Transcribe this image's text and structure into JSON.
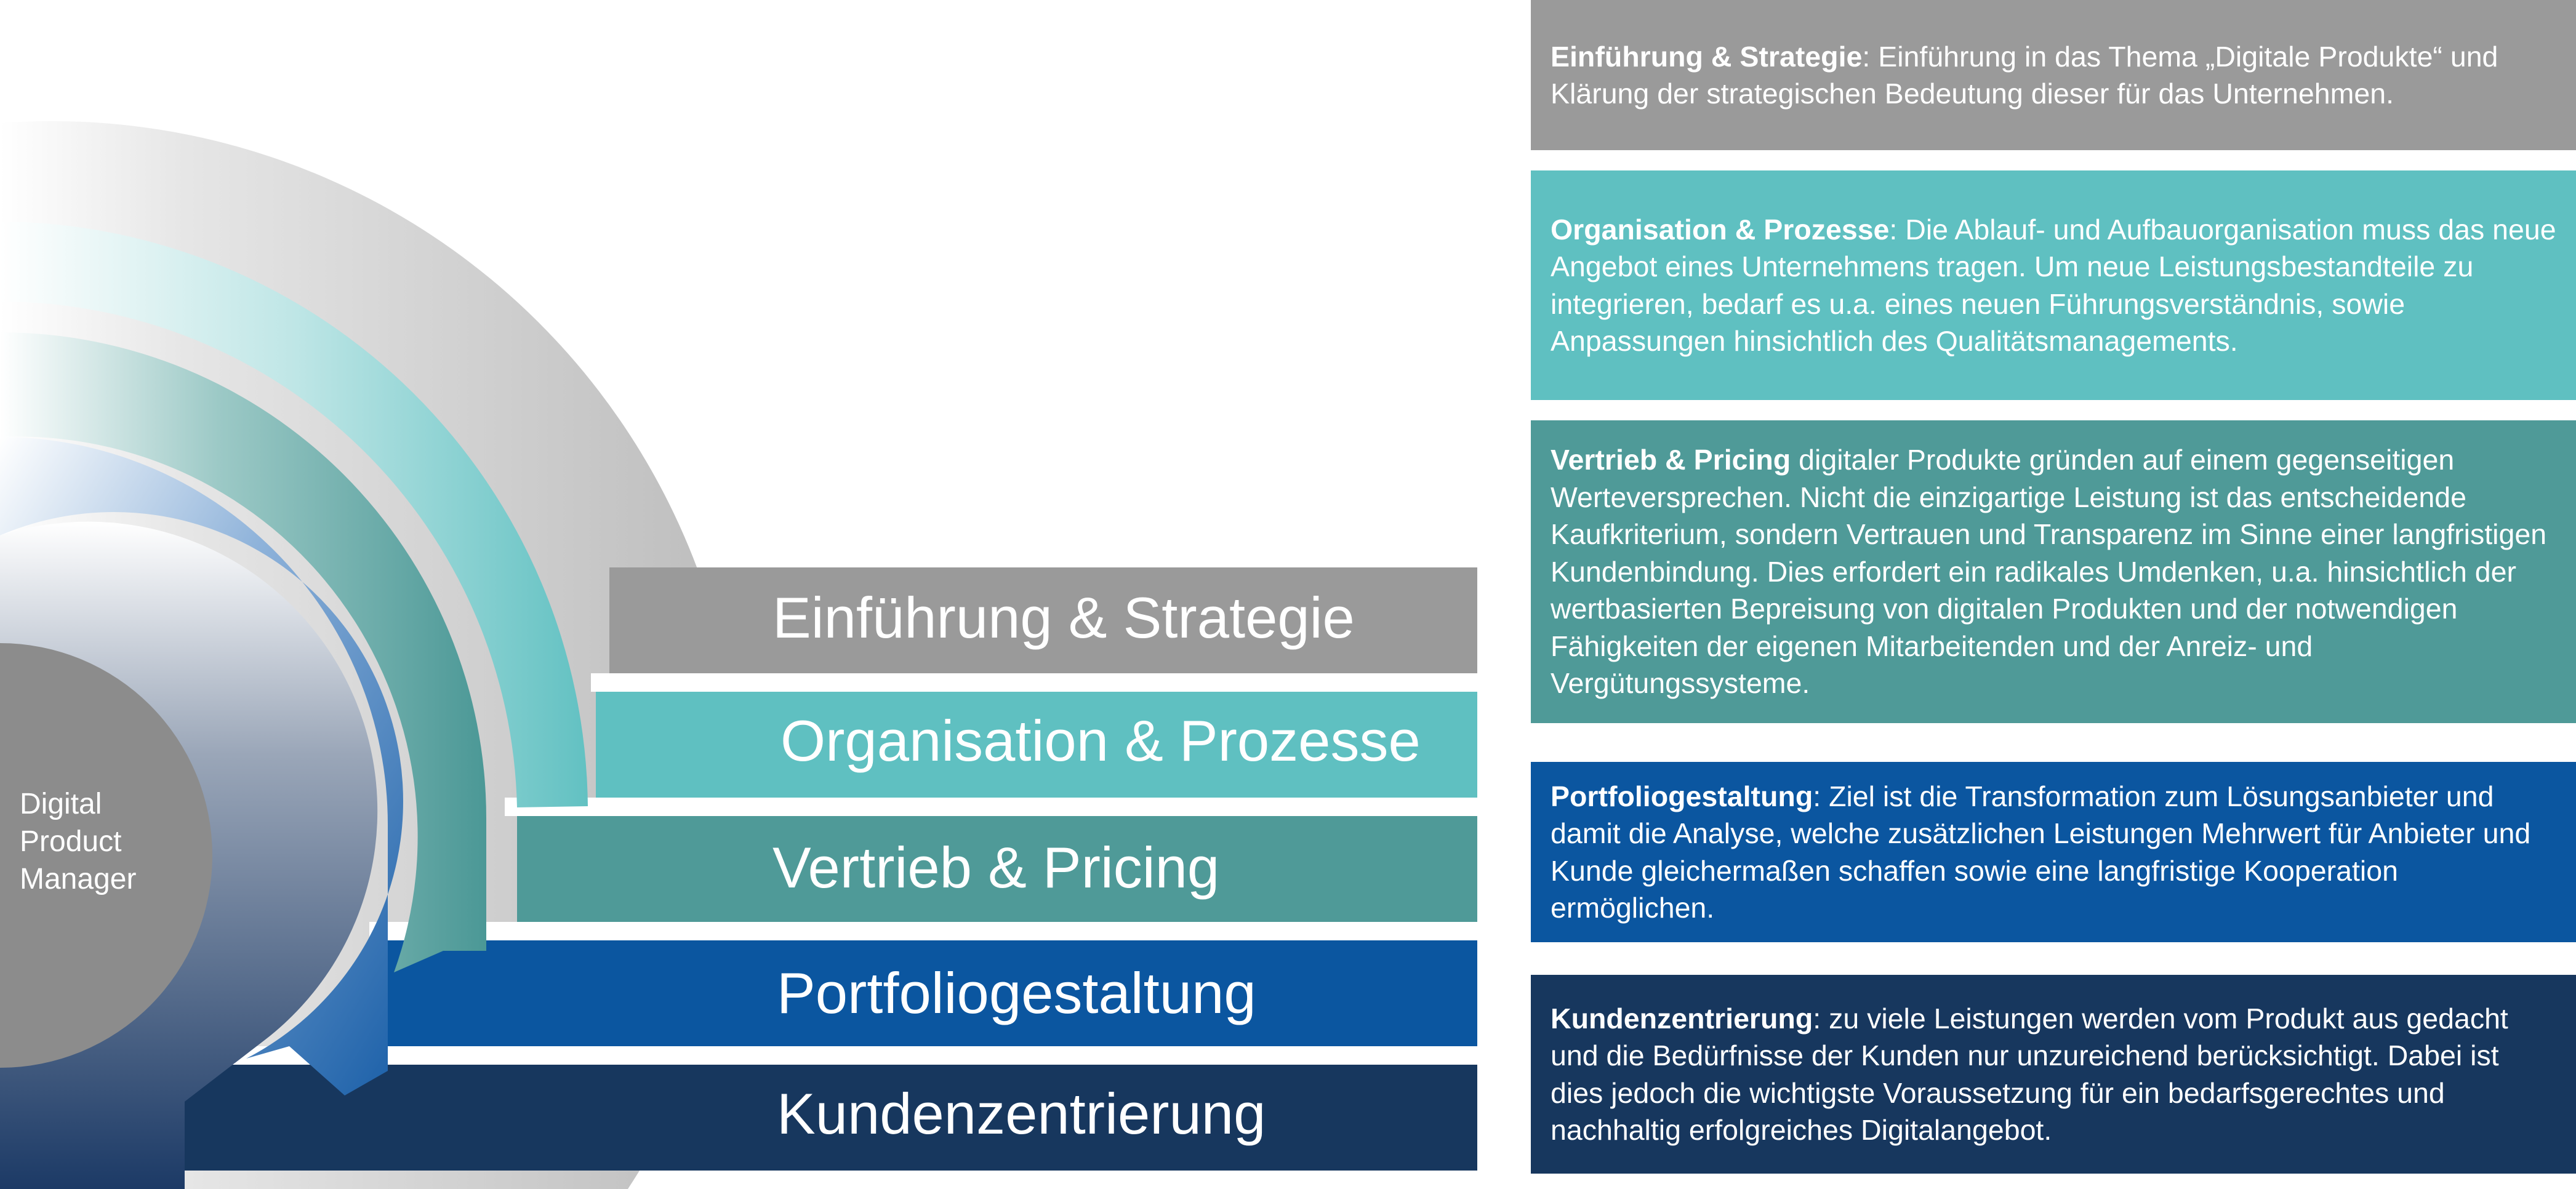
{
  "center": {
    "lines": [
      "Digital",
      "Product",
      "Manager"
    ]
  },
  "stages": [
    {
      "title": "Einführung & Strategie",
      "color": "#9a9a9a",
      "desc_lead": "Einführung & Strategie",
      "desc_rest": ": Einführung in das Thema „Digitale Produkte“ und Klärung der strategischen Bedeutung dieser für das Unternehmen."
    },
    {
      "title": "Organisation & Prozesse",
      "color": "#5fc0c1",
      "desc_lead": "Organisation & Prozesse",
      "desc_rest": ": Die Ablauf- und Aufbauorganisation muss das neue Angebot eines Unternehmens tragen. Um neue Leistungsbestandteile zu integrieren, bedarf es u.a. eines neuen Führungsverständnis, sowie Anpassungen hinsichtlich des Qualitätsmanagements."
    },
    {
      "title": "Vertrieb & Pricing",
      "color": "#4f9a98",
      "desc_lead": "Vertrieb & Pricing",
      "desc_rest": " digitaler Produkte gründen auf einem gegenseitigen Werteversprechen. Nicht die einzigartige Leistung ist das entscheidende Kaufkriterium, sondern Vertrauen und Transparenz im Sinne einer langfristigen Kundenbindung. Dies erfordert ein radikales Umdenken, u.a. hinsichtlich der wertbasierten Bepreisung von digitalen Produkten und der notwendigen Fähigkeiten der eigenen Mitarbeitenden und der Anreiz- und Vergütungssysteme."
    },
    {
      "title": "Portfoliogestaltung",
      "color": "#0b56a0",
      "desc_lead": "Portfoliogestaltung",
      "desc_rest": ": Ziel ist die Transformation zum Lösungsanbieter und damit die Analyse, welche zusätzlichen Leistungen Mehrwert für Anbieter und Kunde gleichermaßen schaffen sowie eine langfristige Kooperation ermöglichen."
    },
    {
      "title": "Kundenzentrierung",
      "color": "#17375e",
      "desc_lead": "Kundenzentrierung",
      "desc_rest": ": zu viele Leistungen werden vom Produkt aus gedacht und die Bedürfnisse der Kunden nur unzureichend berücksichtigt. Dabei ist dies jedoch die wichtigste Voraussetzung für ein bedarfsgerechtes und nachhaltig erfolgreiches Digitalangebot."
    }
  ],
  "colors": {
    "outer_ring": "#bdbdbd",
    "core": "#8c8c8c",
    "background": "#ffffff"
  }
}
